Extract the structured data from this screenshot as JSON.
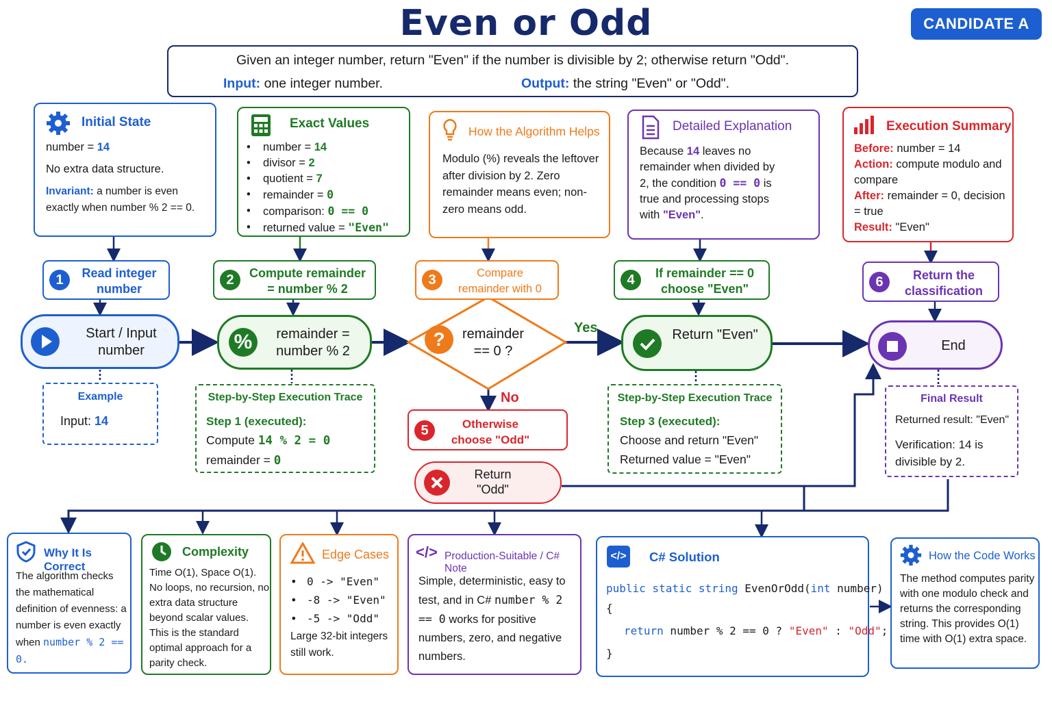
{
  "title": "Even or Odd",
  "badge": "CANDIDATE A",
  "problem": {
    "statement": "Given an integer number, return \"Even\" if the number is divisible by 2; otherwise return \"Odd\".",
    "input_label": "Input:",
    "input_text": "one integer number.",
    "output_label": "Output:",
    "output_text": "the string \"Even\" or \"Odd\"."
  },
  "initial_state": {
    "title": "Initial State",
    "var_line": "number = ",
    "var_value": "14",
    "no_struct": "No extra data structure.",
    "invariant_label": "Invariant:",
    "invariant_text": "a number is even exactly when number % 2 == 0."
  },
  "exact_values": {
    "title": "Exact Values",
    "items": [
      {
        "k": "number = ",
        "v": "14"
      },
      {
        "k": "divisor = ",
        "v": "2"
      },
      {
        "k": "quotient = ",
        "v": "7"
      },
      {
        "k": "remainder = ",
        "v": "0"
      },
      {
        "k": "comparison: ",
        "v": "0 == 0"
      },
      {
        "k": "returned value = ",
        "v": "\"Even\""
      }
    ]
  },
  "algorithm_helps": {
    "title": "How the Algorithm Helps",
    "text": "Modulo (%) reveals the leftover after division by 2. Zero remainder means even; non-zero means odd."
  },
  "detailed": {
    "title": "Detailed Explanation",
    "p1": "Because ",
    "n": "14",
    "p2": " leaves no remainder when divided by 2, the condition ",
    "cond": "0 == 0",
    "p3": " is true and processing stops with ",
    "ret": "\"Even\"",
    "p4": "."
  },
  "summary": {
    "title": "Execution Summary",
    "before_label": "Before:",
    "before": "number = 14",
    "action_label": "Action:",
    "action": "compute modulo and compare",
    "after_label": "After:",
    "after": "remainder = 0, decision = true",
    "result_label": "Result:",
    "result": "\"Even\""
  },
  "steps": [
    {
      "n": "1",
      "label": "Read integer number"
    },
    {
      "n": "2",
      "label": "Compute remainder = number % 2"
    },
    {
      "n": "3",
      "label": "Compare remainder with 0"
    },
    {
      "n": "4",
      "label": "If remainder == 0 choose \"Even\""
    },
    {
      "n": "5",
      "label": "Otherwise choose \"Odd\""
    },
    {
      "n": "6",
      "label": "Return the classification"
    }
  ],
  "flow": {
    "start": "Start / Input number",
    "compute": "remainder = number % 2",
    "decision": "remainder == 0 ?",
    "yes": "Yes",
    "no": "No",
    "return_even": "Return \"Even\"",
    "return_odd": "Return \"Odd\"",
    "end": "End"
  },
  "example": {
    "title": "Example",
    "label": "Input: ",
    "value": "14"
  },
  "trace1": {
    "title": "Step-by-Step Execution Trace",
    "step": "Step 1 (executed):",
    "compute_label": "Compute ",
    "compute_expr": "14 % 2 = 0",
    "rem_label": "remainder = ",
    "rem_value": "0"
  },
  "trace2": {
    "title": "Step-by-Step Execution Trace",
    "step": "Step 3 (executed):",
    "line1": "Choose and return \"Even\"",
    "line2": "Returned value = \"Even\""
  },
  "final": {
    "title": "Final Result",
    "line1": "Returned result: \"Even\"",
    "line2": "Verification: 14 is divisible by 2."
  },
  "why": {
    "title": "Why It Is Correct",
    "text": "The algorithm checks the mathematical definition of evenness: a number is even exactly when ",
    "code": "number % 2 == 0."
  },
  "complexity": {
    "title": "Complexity",
    "text": "Time O(1), Space O(1). No loops, no recursion, no extra data structure beyond scalar values. This is the standard optimal approach for a parity check."
  },
  "edge": {
    "title": "Edge Cases",
    "items": [
      "0 -> \"Even\"",
      "-8 -> \"Even\"",
      "-5 -> \"Odd\""
    ],
    "note": "Large 32-bit integers still work."
  },
  "production": {
    "title": "Production-Suitable / C# Note",
    "p1": "Simple, deterministic, easy to test, and in C# ",
    "code": "number % 2 == 0",
    "p2": " works for positive numbers, zero, and negative numbers."
  },
  "solution": {
    "title": "C# Solution",
    "kw1": "public static string",
    "name": " EvenOrOdd(",
    "kw2": "int",
    "param": " number)",
    "open": "{",
    "ret_kw": "return",
    "expr": " number % 2 == 0 ? ",
    "s_even": "\"Even\"",
    "colon": " : ",
    "s_odd": "\"Odd\"",
    "semi": ";",
    "close": "}"
  },
  "how_code": {
    "title": "How the Code Works",
    "text": "The method computes parity with one modulo check and returns the corresponding string. This provides O(1) time with O(1) extra space."
  },
  "colors": {
    "navy": "#15296b",
    "blue": "#1d5fd0",
    "green": "#1f7a25",
    "orange": "#ef7a1a",
    "purple": "#6b34b3",
    "red": "#d9262c"
  }
}
